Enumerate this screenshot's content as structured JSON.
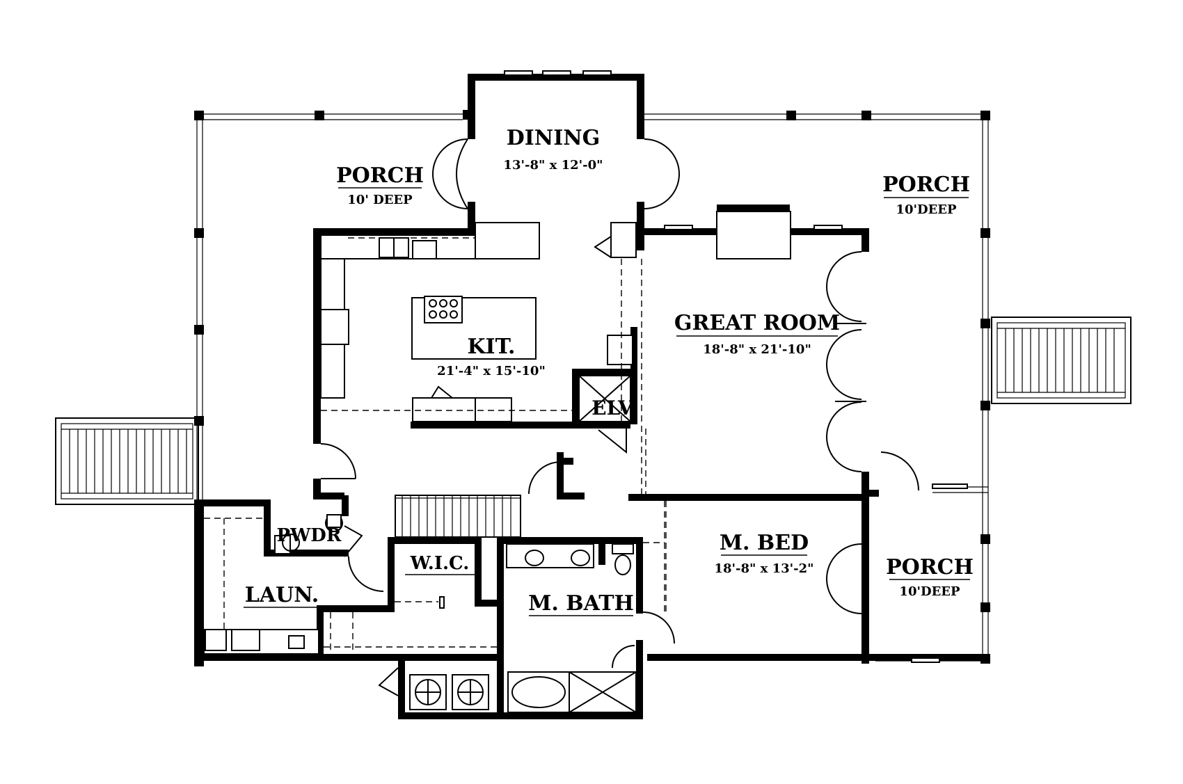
{
  "rooms": {
    "dining": {
      "name": "DINING",
      "size": "13'-8\" x 12'-0\""
    },
    "porch_left": {
      "name": "PORCH",
      "size": "10' DEEP"
    },
    "porch_right": {
      "name": "PORCH",
      "size": "10'DEEP"
    },
    "porch_lower": {
      "name": "PORCH",
      "size": "10'DEEP"
    },
    "kitchen": {
      "name": "KIT.",
      "size": "21'-4\" x 15'-10\""
    },
    "great_room": {
      "name": "GREAT ROOM",
      "size": "18'-8\" x 21'-10\""
    },
    "elevator": {
      "name": "ELV"
    },
    "powder": {
      "name": "PWDR"
    },
    "laundry": {
      "name": "LAUN."
    },
    "wic": {
      "name": "W.I.C."
    },
    "master_bath": {
      "name": "M. BATH"
    },
    "master_bed": {
      "name": "M. BED",
      "size": "18'-8\" x 13'-2\""
    }
  }
}
